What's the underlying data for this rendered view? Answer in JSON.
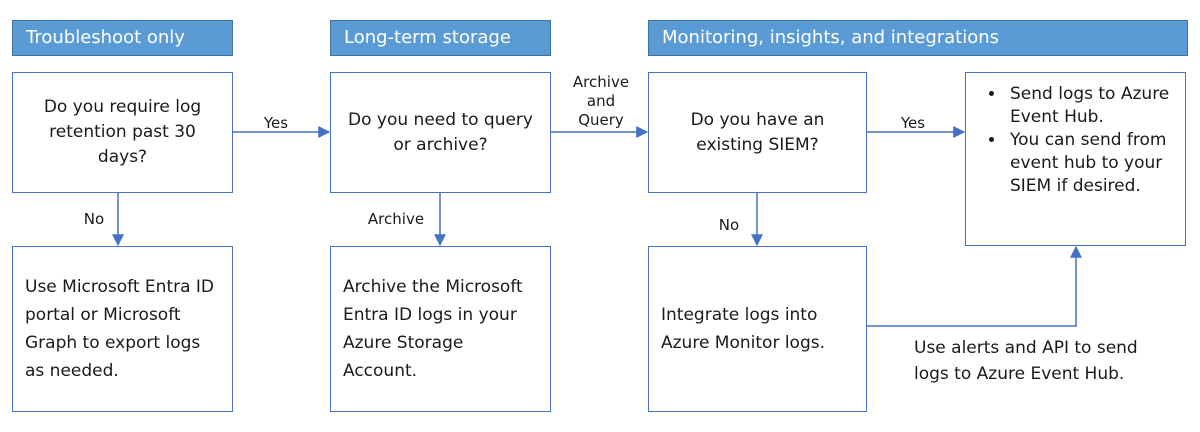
{
  "headers": {
    "troubleshoot": "Troubleshoot only",
    "storage": "Long-term storage",
    "monitoring": "Monitoring, insights, and integrations"
  },
  "questions": {
    "retention": "Do you require log retention past 30 days?",
    "query_archive": "Do you need to query or archive?",
    "siem": "Do you have an existing SIEM?"
  },
  "results": {
    "export": "Use Microsoft Entra ID portal or Microsoft Graph to export logs as needed.",
    "archive": "Archive the Microsoft Entra ID logs in your Azure Storage Account.",
    "integrate": "Integrate logs into Azure Monitor logs.",
    "event_hub_bullets": [
      "Send logs to Azure Event Hub.",
      "You can send from event hub to your SIEM if desired."
    ]
  },
  "labels": {
    "yes_1": "Yes",
    "no_1": "No",
    "archive": "Archive",
    "archive_and_query": "Archive and Query",
    "yes_2": "Yes",
    "no_2": "No",
    "alerts_api": "Use alerts and API to send logs to Azure Event Hub."
  },
  "colors": {
    "header_fill": "#5b9bd5",
    "box_border": "#4472c4",
    "arrow": "#4472c4"
  }
}
